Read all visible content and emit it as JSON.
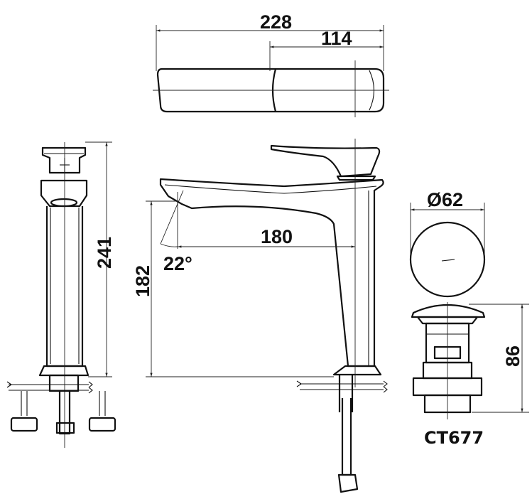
{
  "dimensions": {
    "overall_width": "228",
    "handle_width": "114",
    "side_height": "241",
    "spout_reach": "180",
    "spout_angle": "22°",
    "spout_height": "182",
    "drain_diameter": "Ø62",
    "drain_height": "86"
  },
  "model": "CT677"
}
